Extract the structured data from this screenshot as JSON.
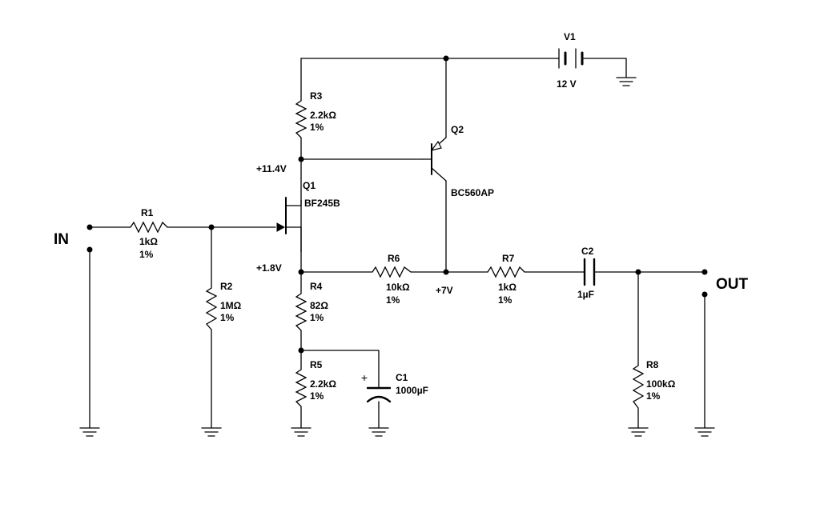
{
  "terminals": {
    "in": "IN",
    "out": "OUT"
  },
  "components": {
    "v1": {
      "ref": "V1",
      "value": "12 V"
    },
    "r1": {
      "ref": "R1",
      "value": "1kΩ",
      "tol": "1%"
    },
    "r2": {
      "ref": "R2",
      "value": "1MΩ",
      "tol": "1%"
    },
    "r3": {
      "ref": "R3",
      "value": "2.2kΩ",
      "tol": "1%"
    },
    "r4": {
      "ref": "R4",
      "value": "82Ω",
      "tol": "1%"
    },
    "r5": {
      "ref": "R5",
      "value": "2.2kΩ",
      "tol": "1%"
    },
    "r6": {
      "ref": "R6",
      "value": "10kΩ",
      "tol": "1%"
    },
    "r7": {
      "ref": "R7",
      "value": "1kΩ",
      "tol": "1%"
    },
    "r8": {
      "ref": "R8",
      "value": "100kΩ",
      "tol": "1%"
    },
    "c1": {
      "ref": "C1",
      "value": "1000µF",
      "polarity": "+"
    },
    "c2": {
      "ref": "C2",
      "value": "1µF"
    },
    "q1": {
      "ref": "Q1",
      "part": "BF245B"
    },
    "q2": {
      "ref": "Q2",
      "part": "BC560AP"
    }
  },
  "nodes": {
    "n_114": "+11.4V",
    "n_18": "+1.8V",
    "n_7": "+7V"
  }
}
